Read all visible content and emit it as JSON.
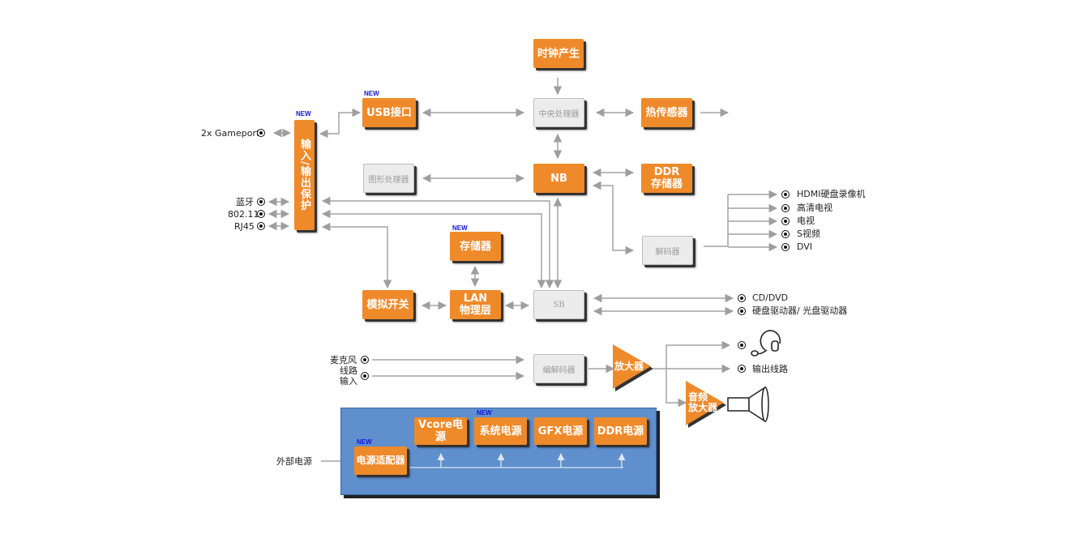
{
  "blocks": {
    "clock": "时钟产生",
    "usb": "USB接口",
    "cpu": "中央处理器",
    "thermal": "热传感器",
    "gpu": "图形处理器",
    "nb": "NB",
    "ddr": "DDR\n存储器",
    "io_protect": "输入/输出保护",
    "decoder": "解码器",
    "memory": "存储器",
    "analog_switch": "模拟开关",
    "lan_phy": "LAN\n物理层",
    "sb": "SB",
    "codec": "编解码器",
    "amplifier": "放大器",
    "audio_amp": "音频\n放大器",
    "vcore": "Vcore电源",
    "sys_power": "系统电源",
    "gfx_power": "GFX电源",
    "ddr_power": "DDR电源",
    "adapter": "电源适配器"
  },
  "new_tag": "NEW",
  "ports": {
    "gameport": "2x Gameport",
    "bluetooth": "蓝牙",
    "wifi": "802.11",
    "rj45": "RJ45",
    "hdmi": "HDMI硬盘录像机",
    "hdtv": "高清电视",
    "tv": "电视",
    "svideo": "S视频",
    "dvi": "DVI",
    "cd_dvd": "CD/DVD",
    "drives": "硬盘驱动器/  光盘驱动器",
    "mic": "麦克风",
    "line_in_1": "线路",
    "line_in_2": "输入",
    "line_out": "输出线路",
    "ext_power": "外部电源"
  },
  "colors": {
    "block": "#ef8a2a",
    "chip": "#ececec",
    "arrow": "#9e9e9e",
    "power_panel": "#5f8fcc",
    "new_tag": "#1414d6"
  }
}
